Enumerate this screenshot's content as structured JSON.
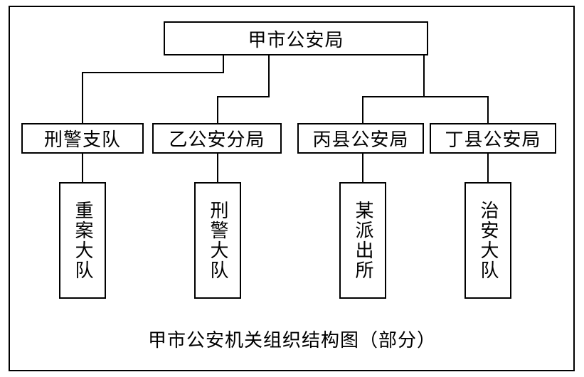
{
  "root": {
    "label": "甲市公安局"
  },
  "level2": [
    {
      "label": "刑警支队"
    },
    {
      "label": "乙公安分局"
    },
    {
      "label": "丙县公安局"
    },
    {
      "label": "丁县公安局"
    }
  ],
  "level3": [
    {
      "label": "重案大队"
    },
    {
      "label": "刑警大队"
    },
    {
      "label": "某派出所"
    },
    {
      "label": "治安大队"
    }
  ],
  "caption": "甲市公安机关组织结构图（部分）"
}
